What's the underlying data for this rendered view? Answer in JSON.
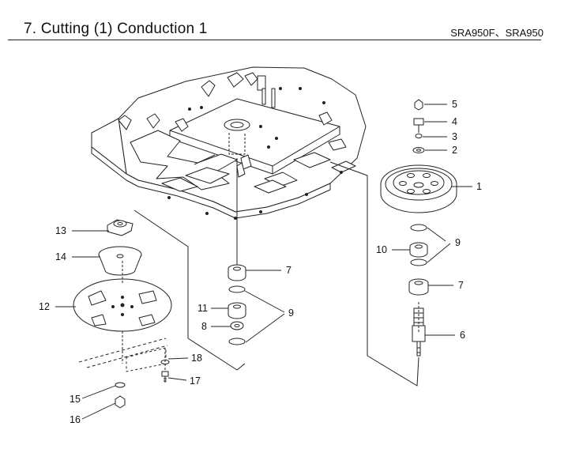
{
  "header": {
    "title": "7. Cutting (1) Conduction 1",
    "model": "SRA950F、SRA950"
  },
  "callouts": {
    "c1": "1",
    "c2": "2",
    "c3": "3",
    "c4": "4",
    "c5": "5",
    "c6": "6",
    "c7a": "7",
    "c7b": "7",
    "c8": "8",
    "c9a": "9",
    "c9b": "9",
    "c10": "10",
    "c11": "11",
    "c12": "12",
    "c13": "13",
    "c14": "14",
    "c15": "15",
    "c16": "16",
    "c17": "17",
    "c18": "18"
  }
}
